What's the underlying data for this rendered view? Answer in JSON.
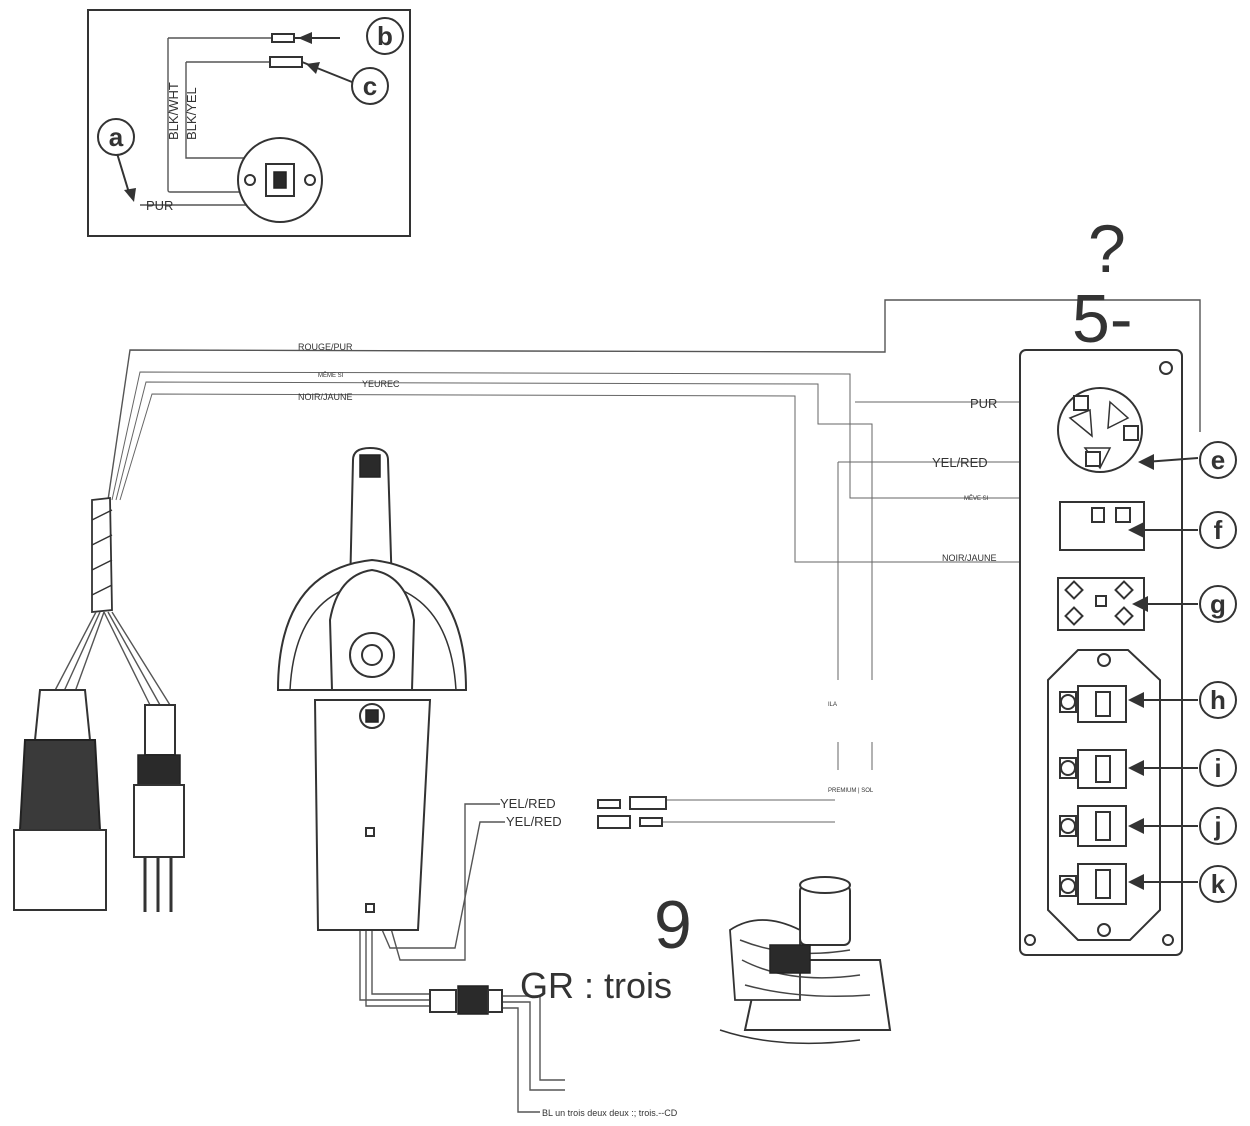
{
  "callouts": [
    "a",
    "b",
    "c",
    "e",
    "f",
    "g",
    "h",
    "i",
    "j",
    "k"
  ],
  "inset": {
    "wire_blk_wht": "BLK/WHT",
    "wire_blk_yel": "BLK/YEL",
    "wire_pur": "PUR"
  },
  "harness_labels": {
    "rouge_pur": "ROUGE/PUR",
    "meme_top": "MÊME SI",
    "yeurec": "YEUREC",
    "noir_jaune_top": "NOIR/JAUNE",
    "pur": "PUR",
    "yel_red_panel": "YEL/RED",
    "meme_panel": "MÊVE SI",
    "noir_jaune_panel": "NOIR/JAUNE",
    "small_1": "ILA",
    "small_2": "PREMIUM | SOL",
    "yel_red_1": "YEL/RED",
    "yel_red_2": "YEL/RED"
  },
  "overlay_text": {
    "question": "?",
    "five": "5-",
    "nine": "9",
    "gr_trois": "GR :  trois",
    "bottom_line": "BL    un  trois  deux  deux :;  trois.--CD"
  }
}
